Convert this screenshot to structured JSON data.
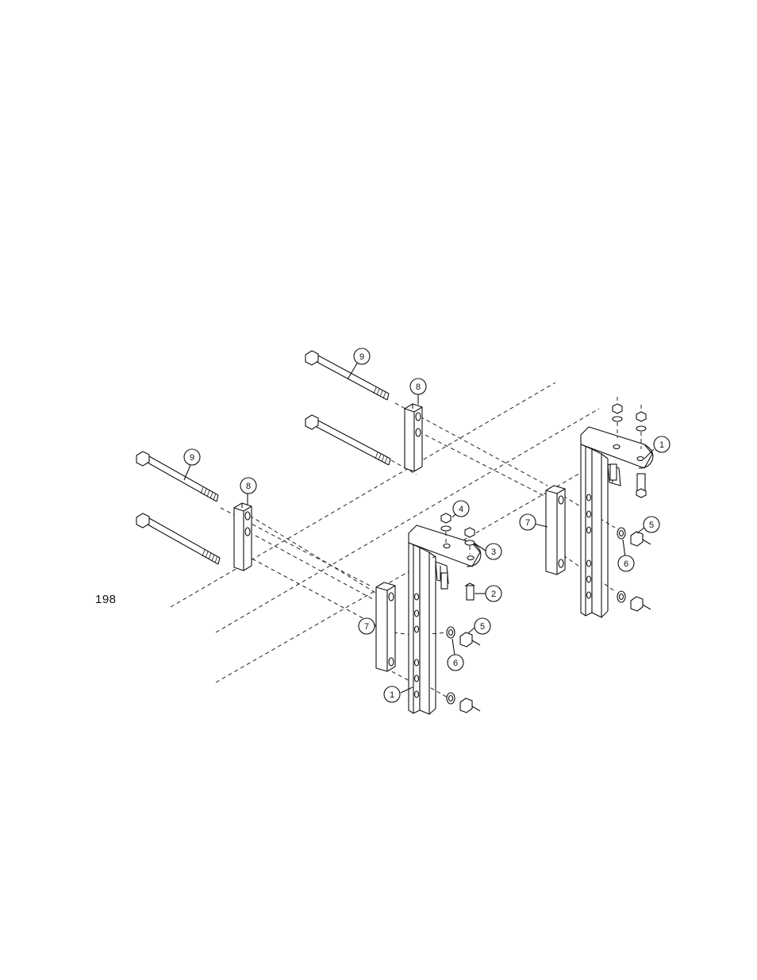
{
  "page_number": "198",
  "callouts": {
    "c1": "1",
    "c2": "2",
    "c3": "3",
    "c4": "4",
    "c5": "5",
    "c6": "6",
    "c7": "7",
    "c8": "8",
    "c9": "9"
  }
}
